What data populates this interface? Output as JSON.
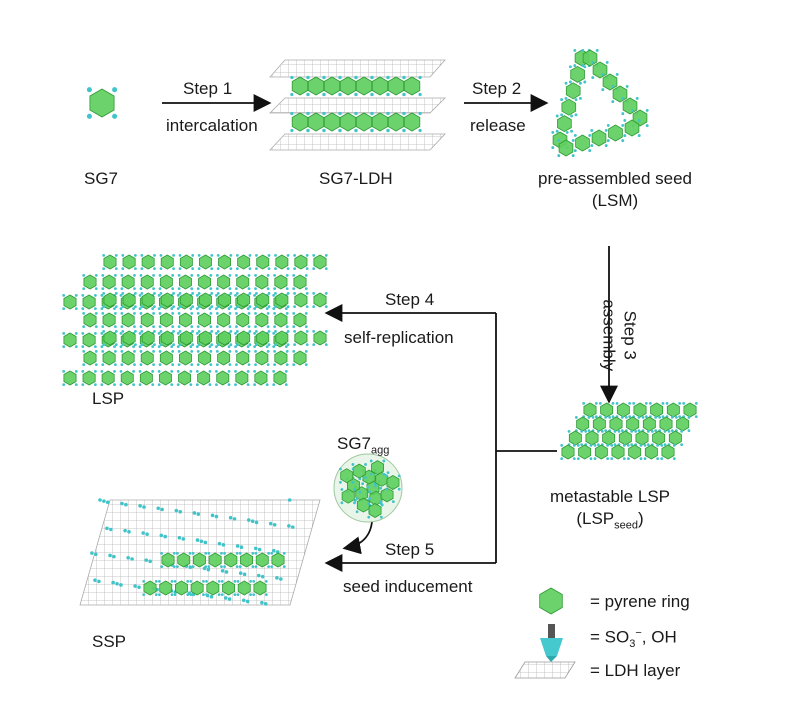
{
  "steps": {
    "step1": {
      "title": "Step 1",
      "action": "intercalation"
    },
    "step2": {
      "title": "Step 2",
      "action": "release"
    },
    "step3": {
      "title": "Step 3",
      "action": "assembly"
    },
    "step4": {
      "title": "Step 4",
      "action": "self-replication"
    },
    "step5": {
      "title": "Step 5",
      "action": "seed inducement"
    }
  },
  "nodes": {
    "sg7": "SG7",
    "sg7_ldh": "SG7-LDH",
    "seed_line1": "pre-assembled  seed",
    "seed_line2": "(LSM)",
    "lsp": "LSP",
    "metastable_line1": "metastable LSP",
    "metastable_base": "(LSP",
    "metastable_sub": "seed",
    "metastable_close": ")",
    "sg7agg_base": "SG7",
    "sg7agg_sub": "agg",
    "ssp": "SSP"
  },
  "legend": {
    "pyrene": "=  pyrene ring",
    "so3_prefix": "=  SO",
    "so3_sub": "3",
    "so3_sup": "−",
    "so3_suffix": ", OH",
    "ldh": "=  LDH layer"
  },
  "colors": {
    "pyrene_fill": "#5fcf5f",
    "pyrene_stroke": "#2f9a35",
    "sulfonate": "#40c4c9",
    "ldh_grid": "#b8b8b8",
    "arrow": "#111111"
  }
}
